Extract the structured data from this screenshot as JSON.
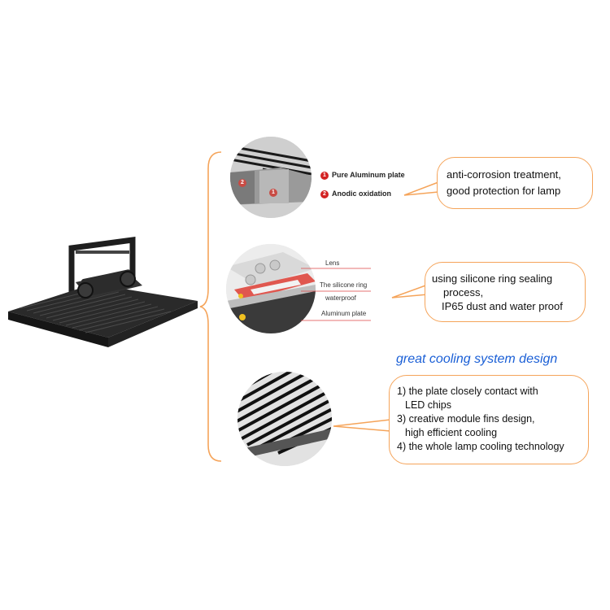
{
  "panel1": {
    "markers": [
      {
        "num": "1",
        "label": "Pure Aluminum plate"
      },
      {
        "num": "2",
        "label": "Anodic oxidation"
      }
    ],
    "plate_nums": [
      "2",
      "1"
    ],
    "callout": [
      "anti-corrosion treatment,",
      "good protection for lamp"
    ]
  },
  "panel2": {
    "labels": [
      "Lens",
      "The silicone ring",
      "waterproof",
      "Aluminum plate"
    ],
    "callout": [
      "using silicone ring sealing",
      "process,",
      "IP65 dust and water proof"
    ]
  },
  "heading": "great cooling system design",
  "panel3": {
    "callout": [
      "1) the plate closely contact with",
      "LED chips",
      "3) creative module fins design,",
      "high efficient cooling",
      "4) the whole lamp cooling technology"
    ]
  },
  "colors": {
    "accent": "#f5a45a",
    "heading": "#1a5fd6",
    "marker": "#d32222",
    "silicone": "#e0574f"
  }
}
